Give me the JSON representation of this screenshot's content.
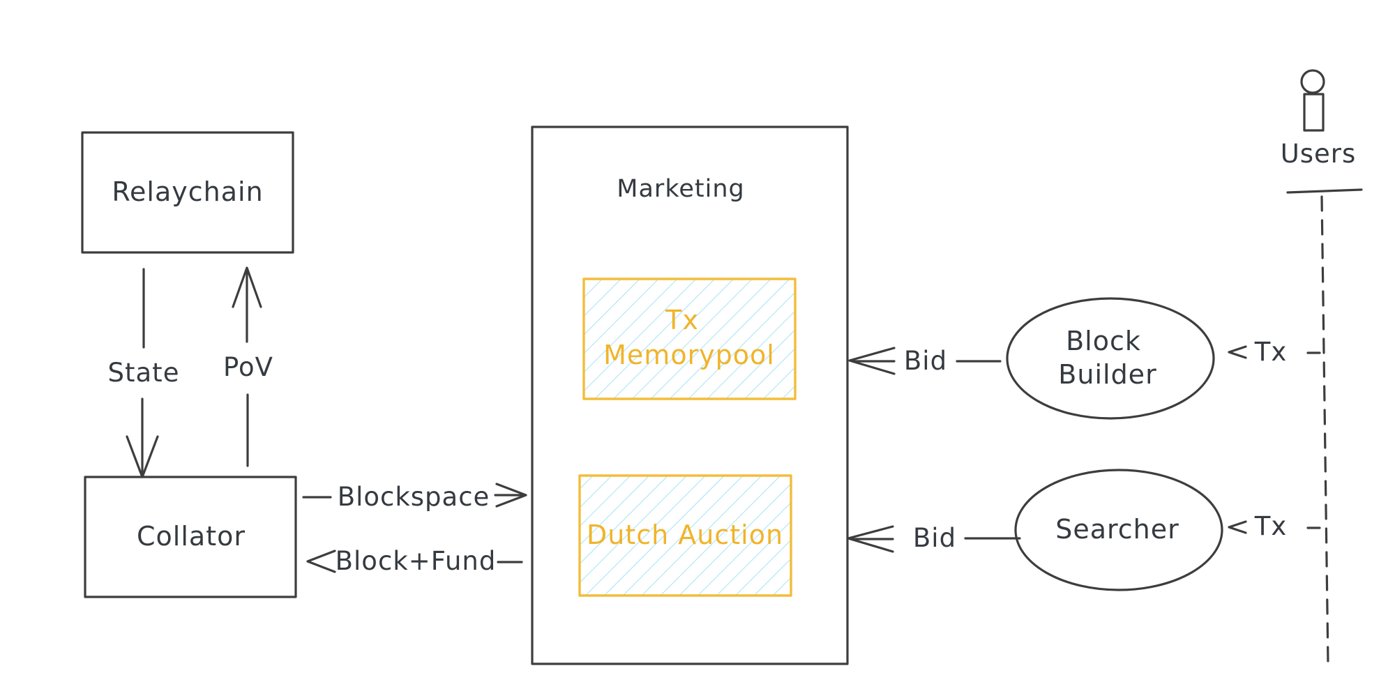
{
  "colors": {
    "stroke": "#3d3d3d",
    "text": "#343a40",
    "red_hatch": "#f58a8a",
    "green_hatch": "#86e0a0",
    "blue_hatch": "#8fdcf0",
    "yellow": "#f0b429"
  },
  "nodes": {
    "relaychain": {
      "label": "Relaychain"
    },
    "collator": {
      "label": "Collator"
    },
    "marketing": {
      "label": "Marketing"
    },
    "tx_memorypool": {
      "line1": "Tx",
      "line2": "Memorypool"
    },
    "dutch_auction": {
      "label": "Dutch Auction"
    },
    "block_builder": {
      "line1": "Block",
      "line2": "Builder"
    },
    "searcher": {
      "label": "Searcher"
    },
    "users": {
      "label": "Users",
      "icon": "user-actor-icon"
    }
  },
  "edges": {
    "state": "State",
    "pov": "PoV",
    "blockspace": "Blockspace",
    "block_fund": "Block+Fund",
    "bid_builder": "Bid",
    "bid_searcher": "Bid",
    "tx_builder": "Tx",
    "tx_searcher": "Tx"
  }
}
